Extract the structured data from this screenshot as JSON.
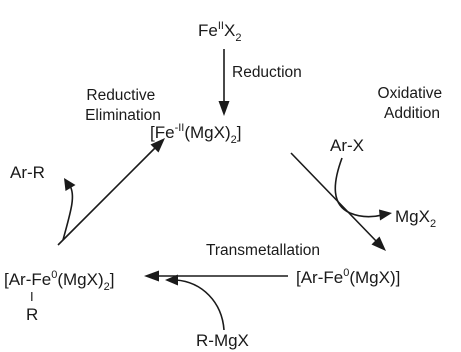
{
  "species": {
    "start": {
      "base": "Fe",
      "sup": "II",
      "after": "X",
      "sub": "2"
    },
    "fe_ii": {
      "pre": "[Fe",
      "sup": "-II",
      "mid": "(MgX)",
      "sub": "2",
      "post": "]"
    },
    "ar_fe0_mgx": {
      "pre": "[Ar-Fe",
      "sup": "0",
      "post": "(MgX)]"
    },
    "ar_fe0_r": {
      "pre": "[Ar-Fe",
      "sup": "0",
      "mid": "(MgX)",
      "sub": "2",
      "post": "]",
      "bond": "I",
      "r": "R"
    },
    "ar_x": "Ar-X",
    "mgx2": {
      "base": "MgX",
      "sub": "2"
    },
    "ar_r": "Ar-R",
    "r_mgx": "R-MgX"
  },
  "steps": {
    "reduction": "Reduction",
    "reductive_elimination": [
      "Reductive",
      "Elimination"
    ],
    "oxidative_addition": [
      "Oxidative",
      "Addition"
    ],
    "transmetallation": "Transmetallation"
  }
}
